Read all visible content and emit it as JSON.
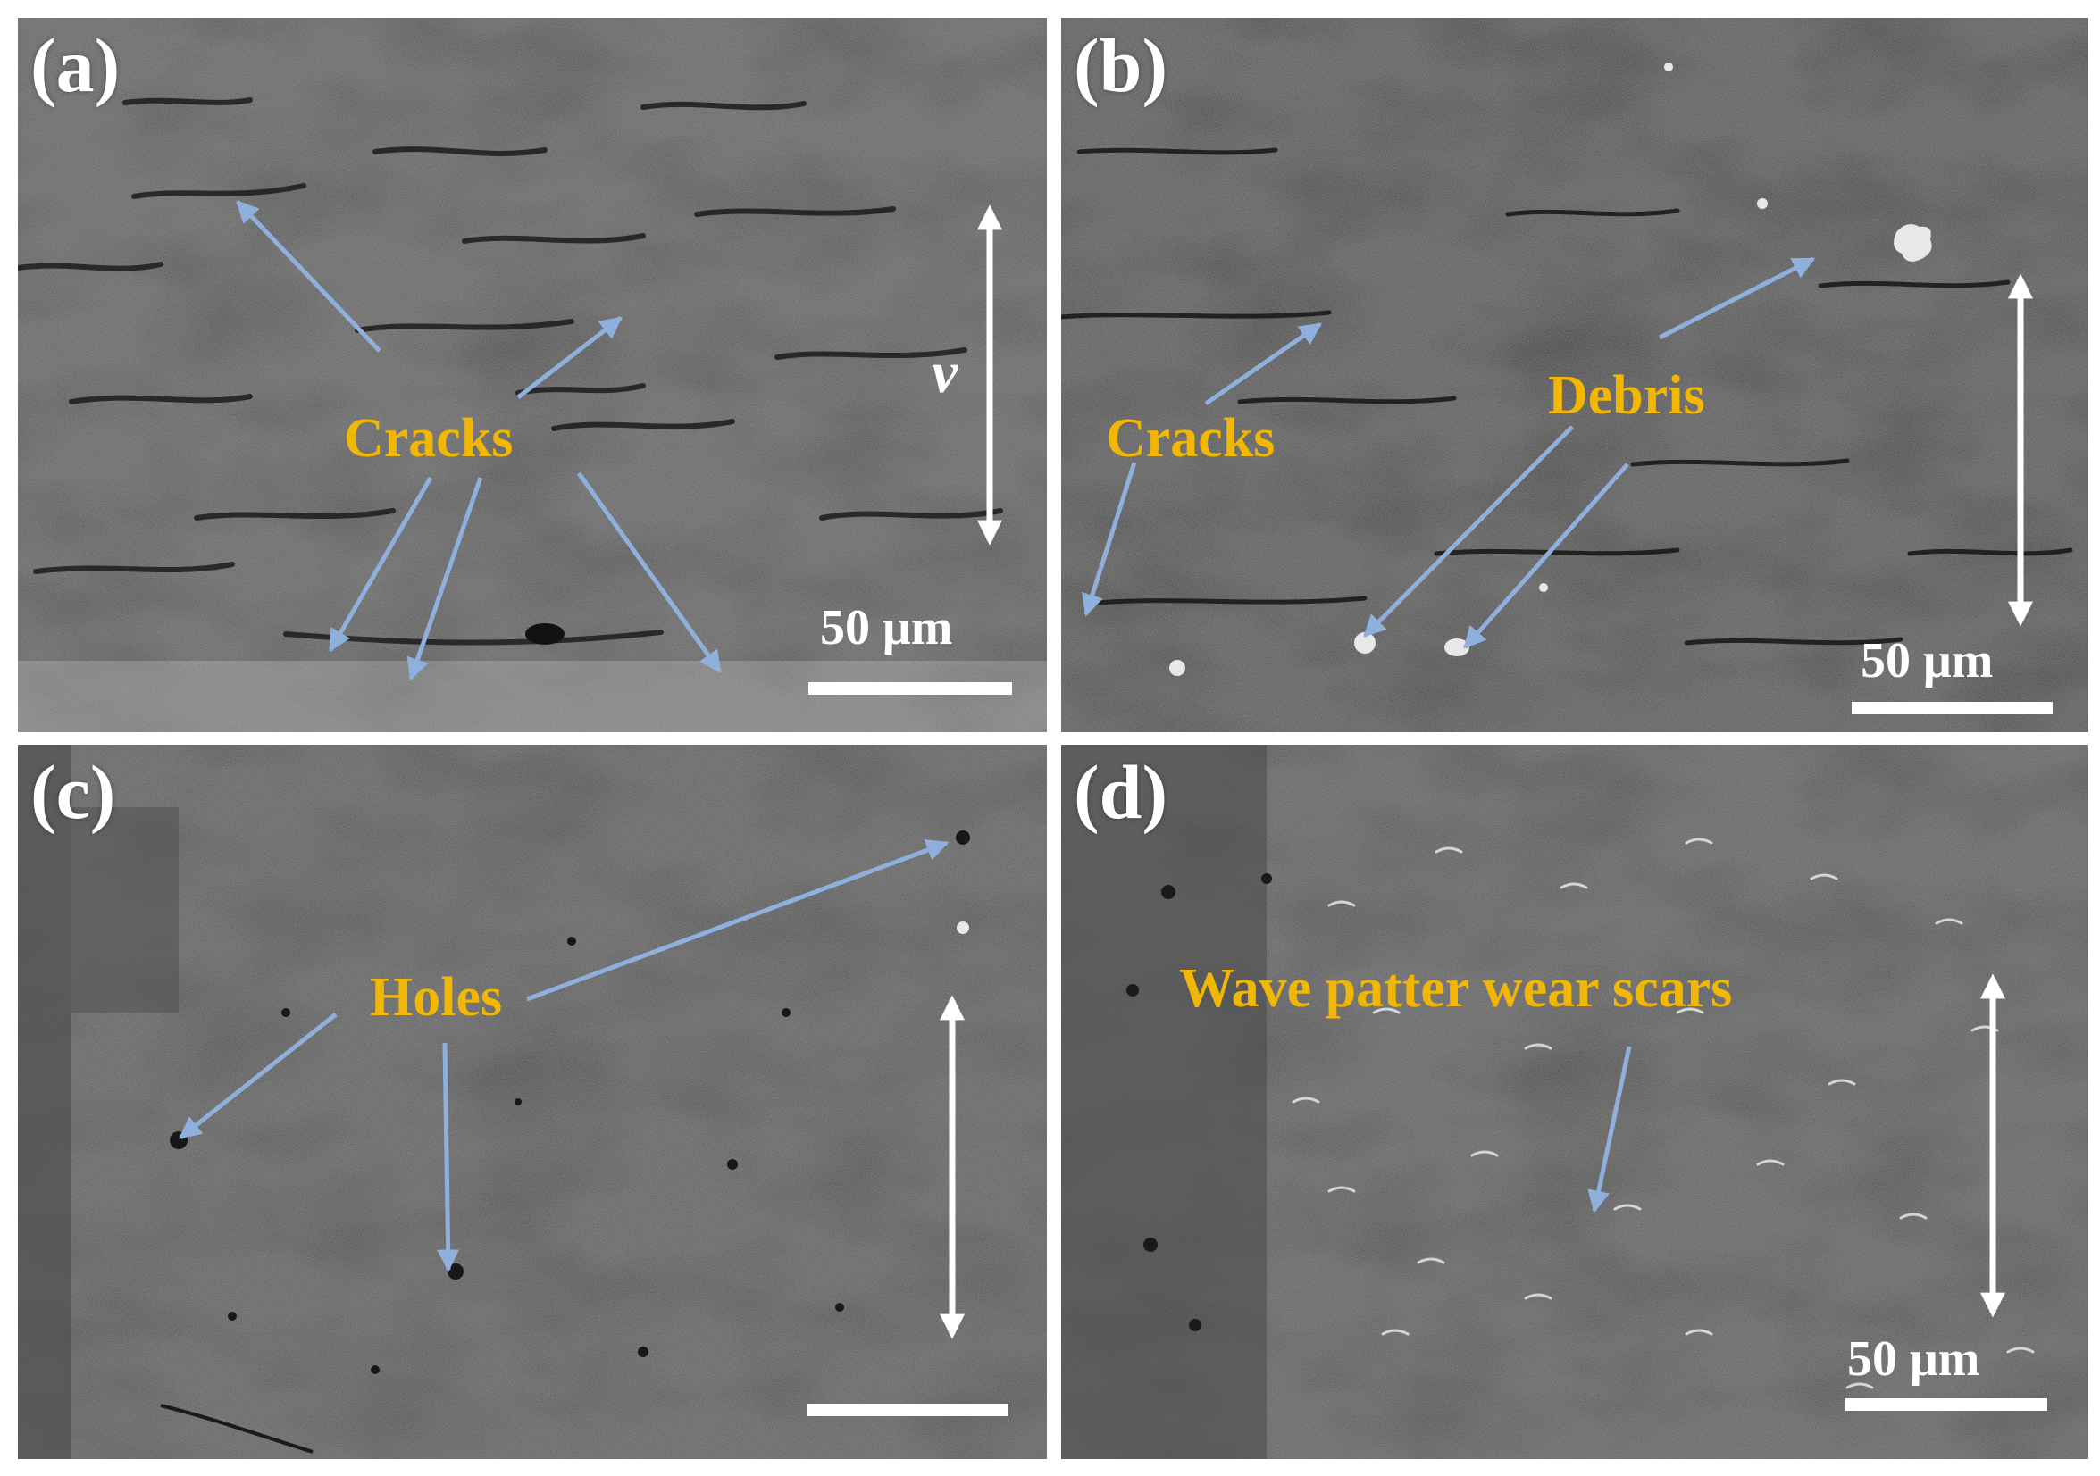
{
  "panels": {
    "a": {
      "label": "(a)",
      "annotation": "Cracks",
      "velocity_label": "v",
      "scale_text": "50 μm"
    },
    "b": {
      "label": "(b)",
      "annotation_cracks": "Cracks",
      "annotation_debris": "Debris",
      "scale_text": "50 μm"
    },
    "c": {
      "label": "(c)",
      "annotation": "Holes",
      "scale_text": ""
    },
    "d": {
      "label": "(d)",
      "annotation": "Wave patter wear scars",
      "scale_text": "50 μm"
    }
  },
  "colors": {
    "annotation_text": "#f2b705",
    "arrow": "#8fb0dc",
    "surface_a": "#5e5e5e",
    "surface_b": "#545454",
    "surface_c": "#5a5a5a",
    "surface_d": "#5b5b5b",
    "motion_arrow": "#ffffff"
  },
  "icons": {
    "pointer_arrow": "pointer-arrow-icon",
    "motion_direction": "double-headed-arrow-icon"
  }
}
